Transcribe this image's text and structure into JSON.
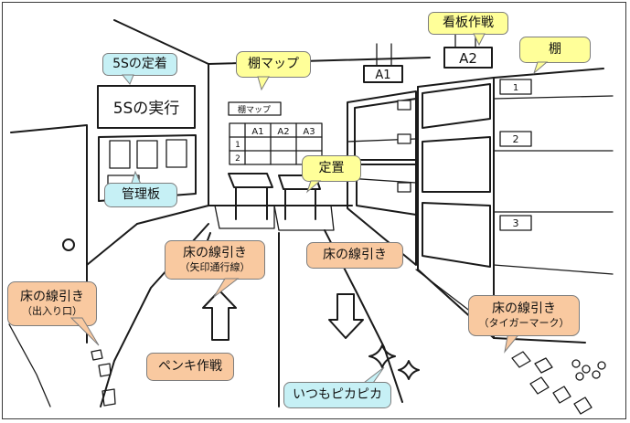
{
  "colors": {
    "yellow": "#ffff99",
    "cyan": "#c6f0f5",
    "orange": "#f9c9a0",
    "outline": "#7d7d7d"
  },
  "scene": {
    "wall_sign": "5Sの実行",
    "shelf_map": {
      "heading": "棚マップ",
      "col_headers": [
        "A1",
        "A2",
        "A3"
      ],
      "row_headers": [
        "1",
        "2"
      ]
    },
    "ceiling_sign_a1": "A1",
    "ceiling_sign_a2": "A2",
    "shelf_labels": [
      "1",
      "2",
      "3"
    ]
  },
  "callouts": {
    "kanban": {
      "label": "看板作戦"
    },
    "tana": {
      "label": "棚"
    },
    "fives": {
      "label": "5Sの定着"
    },
    "tanamap": {
      "label": "棚マップ"
    },
    "teichi": {
      "label": "定置"
    },
    "kanriban": {
      "label": "管理板"
    },
    "yajirushi": {
      "label": "床の線引き",
      "sub": "（矢印通行線）"
    },
    "yuka_mid": {
      "label": "床の線引き"
    },
    "deiri": {
      "label": "床の線引き",
      "sub": "（出入り口）"
    },
    "tiger": {
      "label": "床の線引き",
      "sub": "（タイガーマーク）"
    },
    "penki": {
      "label": "ペンキ作戦"
    },
    "pika": {
      "label": "いつもピカピカ"
    }
  }
}
